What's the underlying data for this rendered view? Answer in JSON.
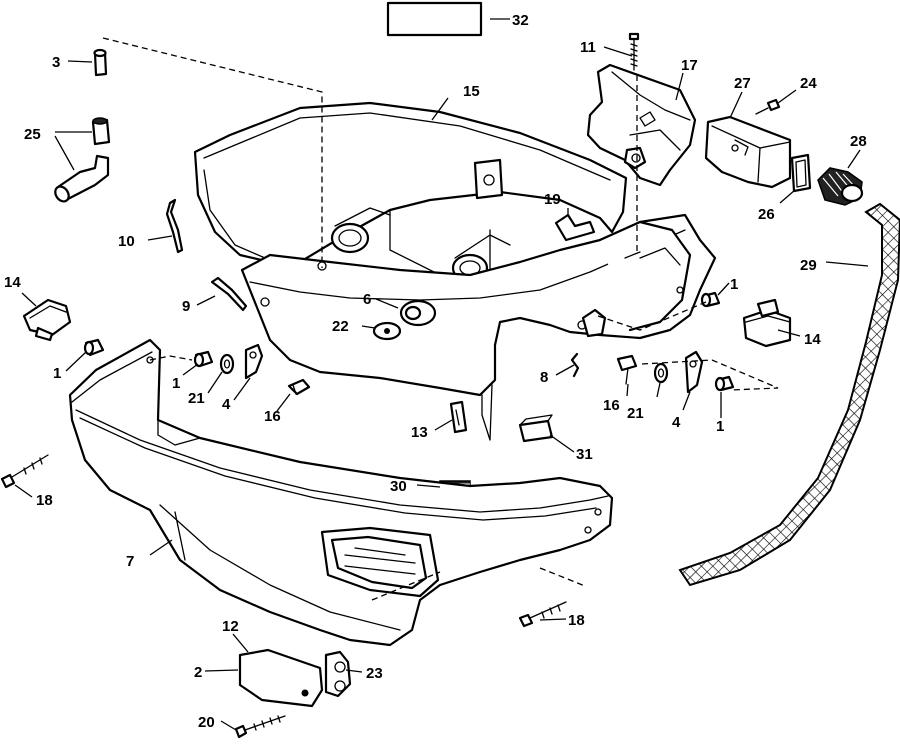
{
  "callouts": {
    "c1a": "1",
    "c1b": "1",
    "c1c": "1",
    "c1d": "1",
    "c2": "2",
    "c3": "3",
    "c4a": "4",
    "c4b": "4",
    "c6": "6",
    "c7": "7",
    "c8": "8",
    "c9": "9",
    "c10": "10",
    "c11": "11",
    "c12": "12",
    "c13": "13",
    "c14a": "14",
    "c14b": "14",
    "c15": "15",
    "c16a": "16",
    "c16b": "16",
    "c17": "17",
    "c18a": "18",
    "c18b": "18",
    "c19": "19",
    "c20": "20",
    "c21a": "21",
    "c21b": "21",
    "c22": "22",
    "c23": "23",
    "c24": "24",
    "c25": "25",
    "c26": "26",
    "c27": "27",
    "c28": "28",
    "c29": "29",
    "c30": "30",
    "c31": "31",
    "c32": "32"
  }
}
